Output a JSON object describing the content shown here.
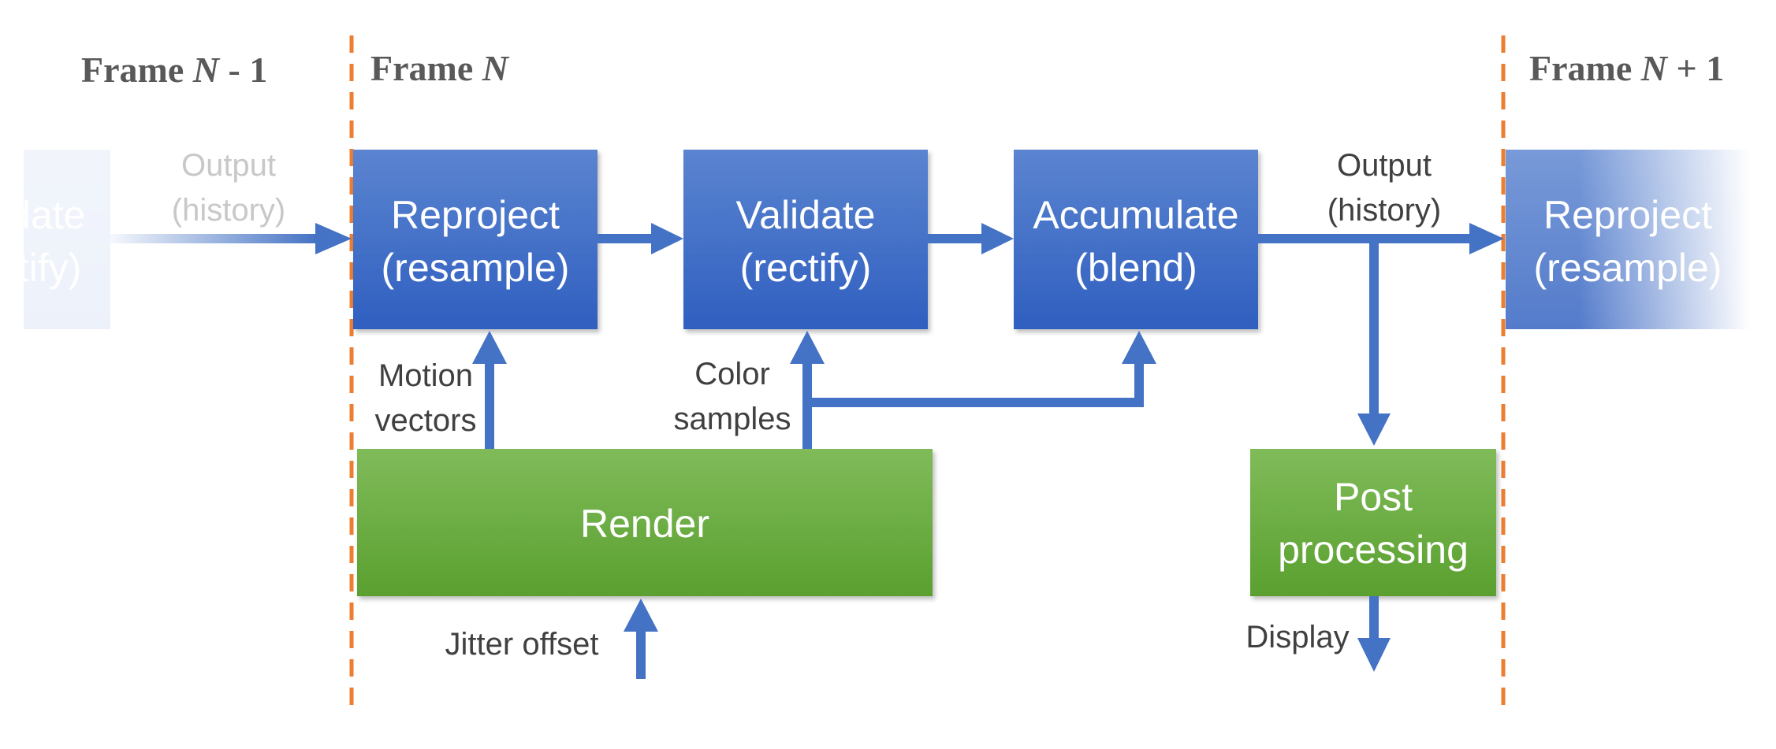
{
  "colors": {
    "arrow": "#4472c4",
    "blue_box_top": "#5b84d0",
    "blue_box_bottom": "#2f5fc0",
    "green_box_top": "#80bb5a",
    "green_box_bottom": "#5aa02f",
    "divider": "#ed7d31",
    "frame_title": "#595959",
    "label": "#404040",
    "faded_label": "#c8c8c8"
  },
  "frames": {
    "prev": {
      "prefix": "Frame ",
      "var": "N",
      "suffix": " - 1"
    },
    "current": {
      "prefix": "Frame ",
      "var": "N",
      "suffix": ""
    },
    "next": {
      "prefix": "Frame ",
      "var": "N",
      "suffix": " + 1"
    }
  },
  "boxes": {
    "prev_validate": {
      "line1": "Validate",
      "line2": "(rectify)"
    },
    "reproject": {
      "line1": "Reproject",
      "line2": "(resample)"
    },
    "validate": {
      "line1": "Validate",
      "line2": "(rectify)"
    },
    "accumulate": {
      "line1": "Accumulate",
      "line2": "(blend)"
    },
    "next_reproject": {
      "line1": "Reproject",
      "line2": "(resample)"
    },
    "render": {
      "line1": "Render"
    },
    "post": {
      "line1": "Post",
      "line2": "processing"
    }
  },
  "labels": {
    "prev_output": {
      "line1": "Output",
      "line2": "(history)"
    },
    "output": {
      "line1": "Output",
      "line2": "(history)"
    },
    "motion": {
      "line1": "Motion",
      "line2": "vectors"
    },
    "color": {
      "line1": "Color",
      "line2": "samples"
    },
    "jitter": "Jitter offset",
    "display": "Display"
  }
}
